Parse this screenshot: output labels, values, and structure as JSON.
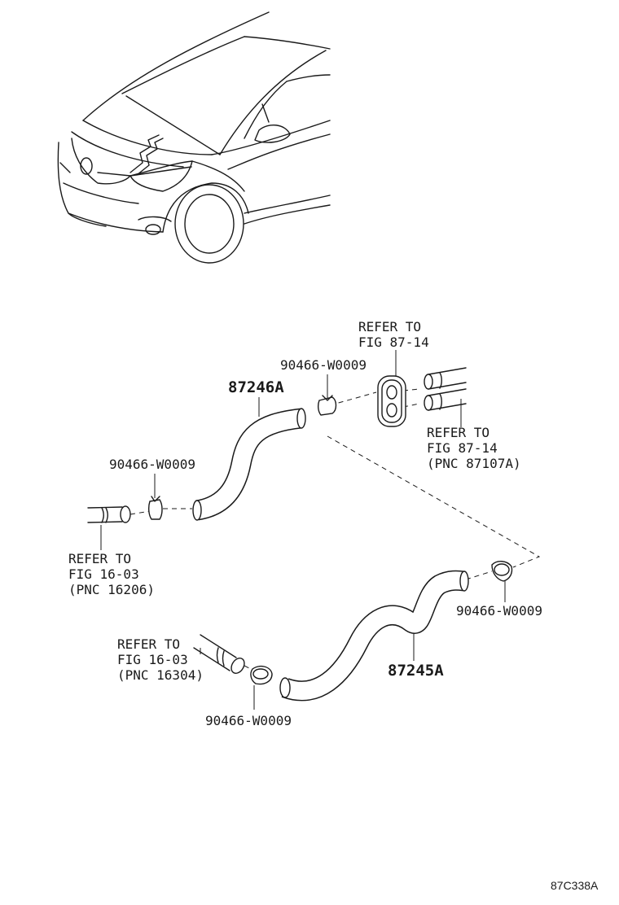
{
  "figure_code": "87C338A",
  "parts": {
    "hose_upper": "87246A",
    "hose_lower": "87245A"
  },
  "clamps": {
    "clamp_upper_right": "90466-W0009",
    "clamp_upper_left": "90466-W0009",
    "clamp_lower_right": "90466-W0009",
    "clamp_lower_left": "90466-W0009"
  },
  "refs": {
    "grommet": [
      "REFER TO",
      "FIG 87-14"
    ],
    "pipes": [
      "REFER TO",
      "FIG 87-14",
      "(PNC 87107A)"
    ],
    "upper_inlet": [
      "REFER TO",
      "FIG 16-03",
      "(PNC 16206)"
    ],
    "lower_inlet": [
      "REFER TO",
      "FIG 16-03",
      "(PNC 16304)"
    ]
  }
}
